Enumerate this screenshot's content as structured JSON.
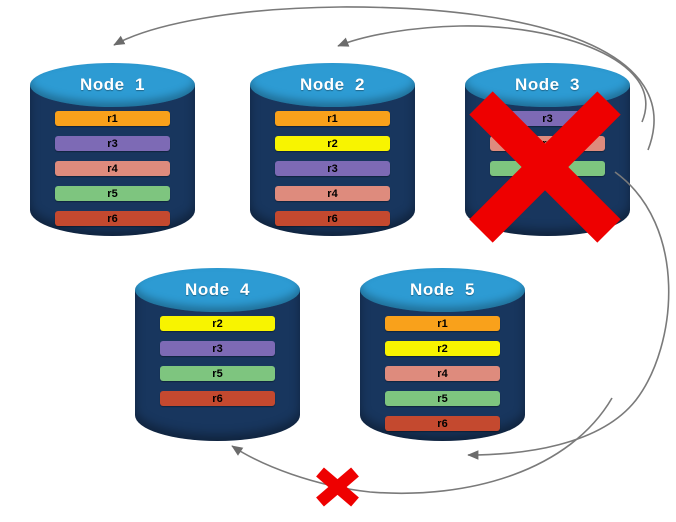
{
  "nodes": [
    {
      "label": "Node  1",
      "failed": false,
      "bars": [
        {
          "label": "r1",
          "color": "#F9A11B"
        },
        {
          "label": "r3",
          "color": "#7D6AB5"
        },
        {
          "label": "r4",
          "color": "#DE8B7D"
        },
        {
          "label": "r5",
          "color": "#7EC57F"
        },
        {
          "label": "r6",
          "color": "#C4492F"
        }
      ]
    },
    {
      "label": "Node  2",
      "failed": false,
      "bars": [
        {
          "label": "r1",
          "color": "#F9A11B"
        },
        {
          "label": "r2",
          "color": "#F8F400"
        },
        {
          "label": "r3",
          "color": "#7D6AB5"
        },
        {
          "label": "r4",
          "color": "#DE8B7D"
        },
        {
          "label": "r6",
          "color": "#C4492F"
        }
      ]
    },
    {
      "label": "Node  3",
      "failed": true,
      "bars": [
        {
          "label": "r3",
          "color": "#7D6AB5"
        },
        {
          "label": "r4",
          "color": "#DE8B7D"
        },
        {
          "label": "r5",
          "color": "#7EC57F"
        }
      ]
    },
    {
      "label": "Node  4",
      "failed": false,
      "bars": [
        {
          "label": "r2",
          "color": "#F8F400"
        },
        {
          "label": "r3",
          "color": "#7D6AB5"
        },
        {
          "label": "r5",
          "color": "#7EC57F"
        },
        {
          "label": "r6",
          "color": "#C4492F"
        }
      ]
    },
    {
      "label": "Node  5",
      "failed": false,
      "bars": [
        {
          "label": "r1",
          "color": "#F9A11B"
        },
        {
          "label": "r2",
          "color": "#F8F400"
        },
        {
          "label": "r4",
          "color": "#DE8B7D"
        },
        {
          "label": "r5",
          "color": "#7EC57F"
        },
        {
          "label": "r6",
          "color": "#C4492F"
        }
      ]
    }
  ],
  "colors": {
    "cylinder_top": "#2D9BD3",
    "cylinder_body": "#18365E",
    "arrow": "#7A7A7A",
    "failure_mark": "#EE0000",
    "replicas": {
      "r1": "#F9A11B",
      "r2": "#F8F400",
      "r3": "#7D6AB5",
      "r4": "#DE8B7D",
      "r5": "#7EC57F",
      "r6": "#C4492F"
    }
  },
  "arrows": [
    {
      "from": "Node 3",
      "to": "Node 1",
      "blocked": false
    },
    {
      "from": "Node 3",
      "to": "Node 2",
      "blocked": false
    },
    {
      "from": "Node 3",
      "to": "Node 5",
      "blocked": false
    },
    {
      "from": "Node 3",
      "to": "Node 4",
      "blocked": true
    }
  ]
}
